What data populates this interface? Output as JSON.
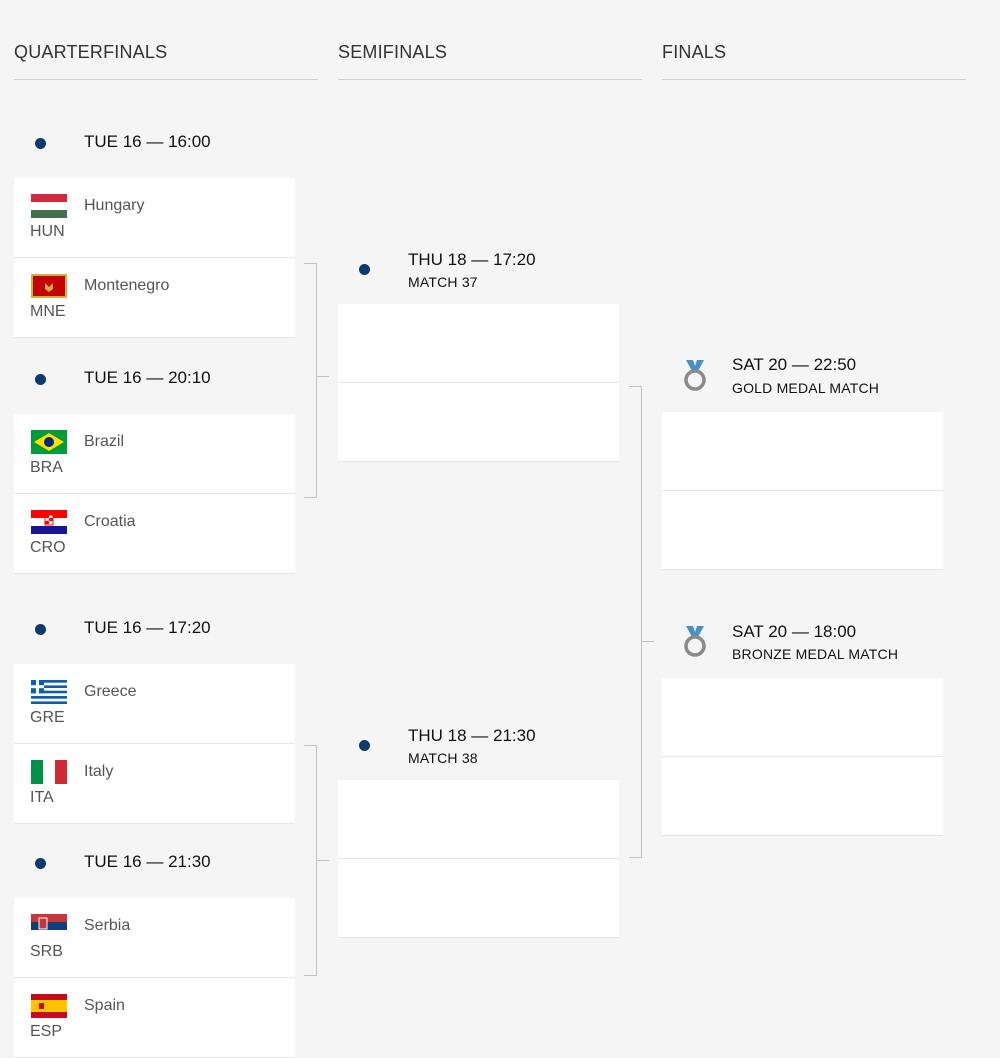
{
  "headers": {
    "quarterfinals": "QUARTERFINALS",
    "semifinals": "SEMIFINALS",
    "finals": "FINALS"
  },
  "quarterfinals": [
    {
      "time": "TUE 16 — 16:00",
      "teams": [
        {
          "code": "HUN",
          "name": "Hungary",
          "flag": "hungary-flag-icon"
        },
        {
          "code": "MNE",
          "name": "Montenegro",
          "flag": "montenegro-flag-icon"
        }
      ]
    },
    {
      "time": "TUE 16 — 20:10",
      "teams": [
        {
          "code": "BRA",
          "name": "Brazil",
          "flag": "brazil-flag-icon"
        },
        {
          "code": "CRO",
          "name": "Croatia",
          "flag": "croatia-flag-icon"
        }
      ]
    },
    {
      "time": "TUE 16 — 17:20",
      "teams": [
        {
          "code": "GRE",
          "name": "Greece",
          "flag": "greece-flag-icon"
        },
        {
          "code": "ITA",
          "name": "Italy",
          "flag": "italy-flag-icon"
        }
      ]
    },
    {
      "time": "TUE 16 — 21:30",
      "teams": [
        {
          "code": "SRB",
          "name": "Serbia",
          "flag": "serbia-flag-icon"
        },
        {
          "code": "ESP",
          "name": "Spain",
          "flag": "spain-flag-icon"
        }
      ]
    }
  ],
  "semifinals": [
    {
      "time": "THU 18 — 17:20",
      "label": "MATCH 37"
    },
    {
      "time": "THU 18 — 21:30",
      "label": "MATCH 38"
    }
  ],
  "finals": [
    {
      "time": "SAT 20 — 22:50",
      "label": "GOLD MEDAL MATCH",
      "icon": "gold-medal-icon"
    },
    {
      "time": "SAT 20 — 18:00",
      "label": "BRONZE MEDAL MATCH",
      "icon": "bronze-medal-icon"
    }
  ],
  "colors": {
    "dot": "#0b3a6e",
    "medal_ribbon": "#4a90c8",
    "medal_ring": "#8a8a8a",
    "background": "#f5f5f5",
    "card": "#ffffff"
  }
}
